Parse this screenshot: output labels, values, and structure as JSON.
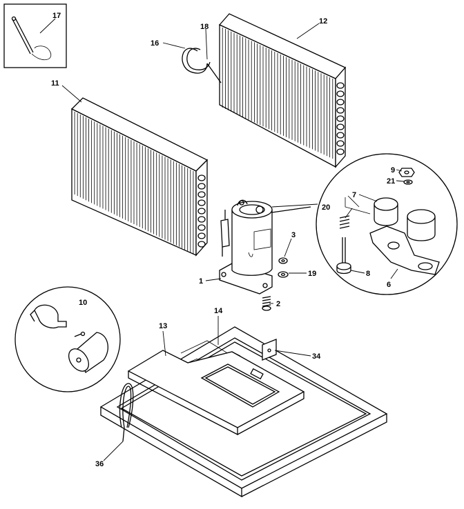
{
  "callouts": {
    "c1": "1",
    "c2": "2",
    "c3": "3",
    "c6": "6",
    "c7": "7",
    "c8": "8",
    "c9": "9",
    "c10": "10",
    "c11": "11",
    "c12": "12",
    "c13": "13",
    "c14": "14",
    "c16": "16",
    "c17": "17",
    "c18": "18",
    "c19": "19",
    "c20": "20",
    "c21": "21",
    "c34": "34",
    "c36": "36"
  }
}
